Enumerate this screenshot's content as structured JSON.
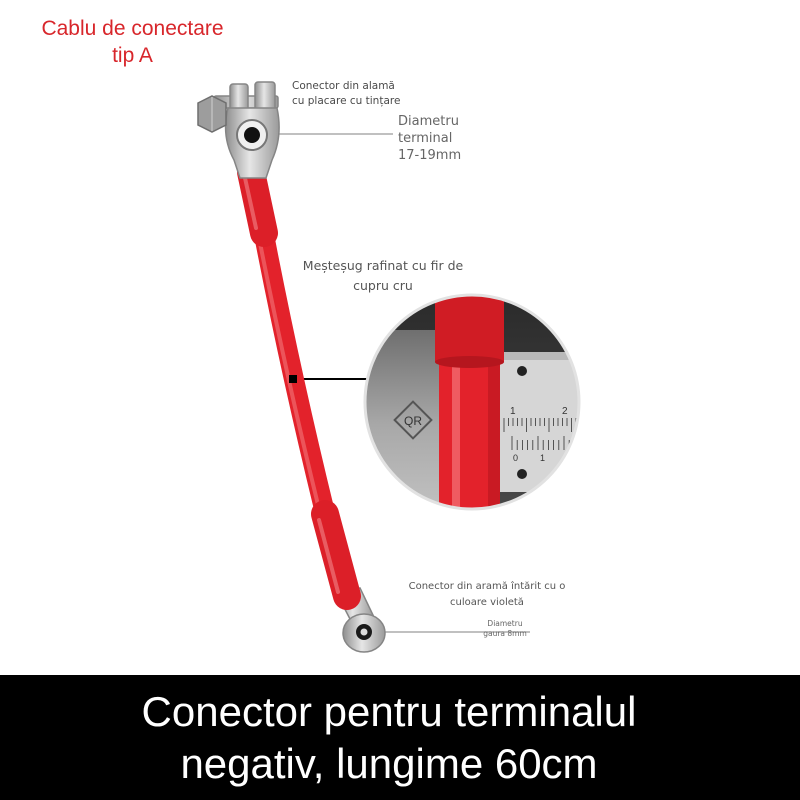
{
  "title": {
    "line1": "Cablu de conectare",
    "line2": "tip A"
  },
  "annotations": {
    "clamp_connector": [
      "Conector din alamă",
      "cu placare cu tințare"
    ],
    "terminal_diameter": [
      "Diametru",
      "terminal",
      "17-19mm"
    ],
    "craftsmanship": [
      "Meșteșug rafinat cu fir de",
      "cupru cru"
    ],
    "ring_connector": [
      "Conector din aramă întărit cu o",
      "culoare violetă"
    ],
    "hole_diameter": [
      "Diametru",
      "gaura 8mm"
    ]
  },
  "inset": {
    "logo": "QR",
    "scale_top": [
      "1",
      "2"
    ],
    "scale_bottom": [
      "0",
      "1"
    ]
  },
  "caption": {
    "line1": "Conector pentru terminalul",
    "line2": "negativ, lungime 60cm"
  },
  "colors": {
    "cable": "#e3222b",
    "shrink": "#dc1f28",
    "title": "#d8262b",
    "label": "#555555",
    "caption-bg": "#000000",
    "caption-text": "#ffffff"
  }
}
